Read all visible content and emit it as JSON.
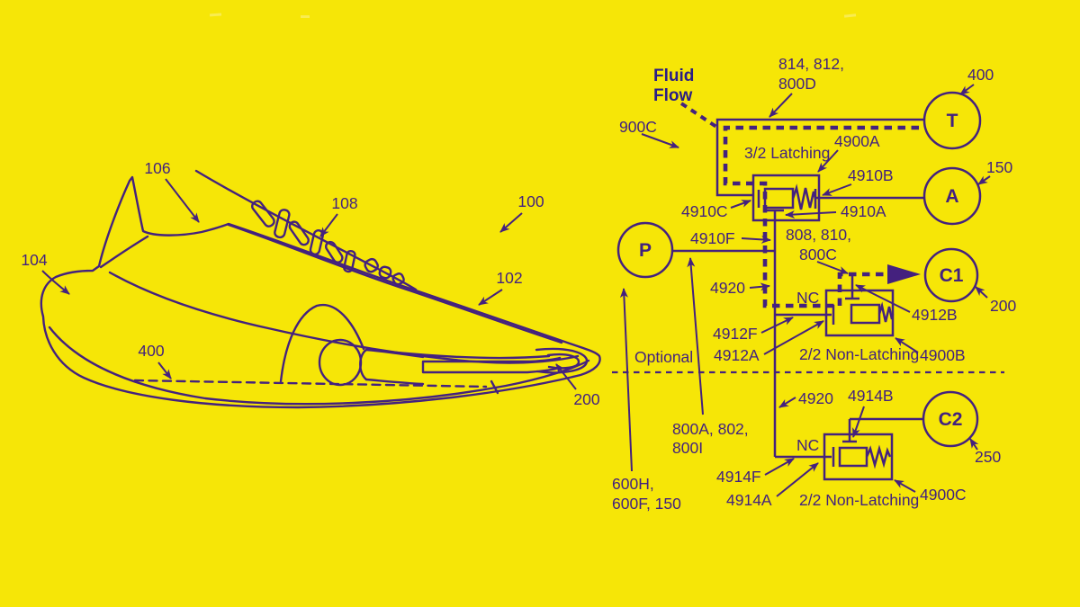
{
  "figure": {
    "background_color": "#f6e607",
    "ink_color": "#44217e",
    "accent_color": "#2a1d86"
  },
  "shoe": {
    "labels": {
      "heel": "104",
      "collar": "106",
      "laces": "108",
      "shoe": "100",
      "upper": "102",
      "sole_chamber": "400",
      "toe_bladder": "200"
    }
  },
  "circuit": {
    "fluid_flow": {
      "line1": "Fluid",
      "line2": "Flow"
    },
    "ports": {
      "t": "T",
      "a": "A",
      "p": "P",
      "c1": "C1",
      "c2": "C2"
    },
    "valves": {
      "v1_type": "3/2 Latching",
      "v2_type": "2/2 Non-Latching",
      "v3_type": "2/2 Non-Latching",
      "nc_top": "NC",
      "nc_bottom": "NC"
    },
    "refs": {
      "r814": "814, 812,",
      "r800d": "800D",
      "r400": "400",
      "r900c": "900C",
      "r4900a": "4900A",
      "r4910b": "4910B",
      "r150": "150",
      "r4910c": "4910C",
      "r4910a": "4910A",
      "r4910f": "4910F",
      "r808": "808, 810,",
      "r800c": "800C",
      "r4920_top": "4920",
      "r4912b": "4912B",
      "r200": "200",
      "r4912f": "4912F",
      "r4912a": "4912A",
      "r4900b": "4900B",
      "optional": "Optional",
      "r4920_bottom": "4920",
      "r4914b": "4914B",
      "r250": "250",
      "r800a": "800A, 802,",
      "r800i": "800I",
      "r4914f": "4914F",
      "r600h": "600H,",
      "r600f": "600F, 150",
      "r4914a": "4914A",
      "r4900c": "4900C"
    }
  }
}
